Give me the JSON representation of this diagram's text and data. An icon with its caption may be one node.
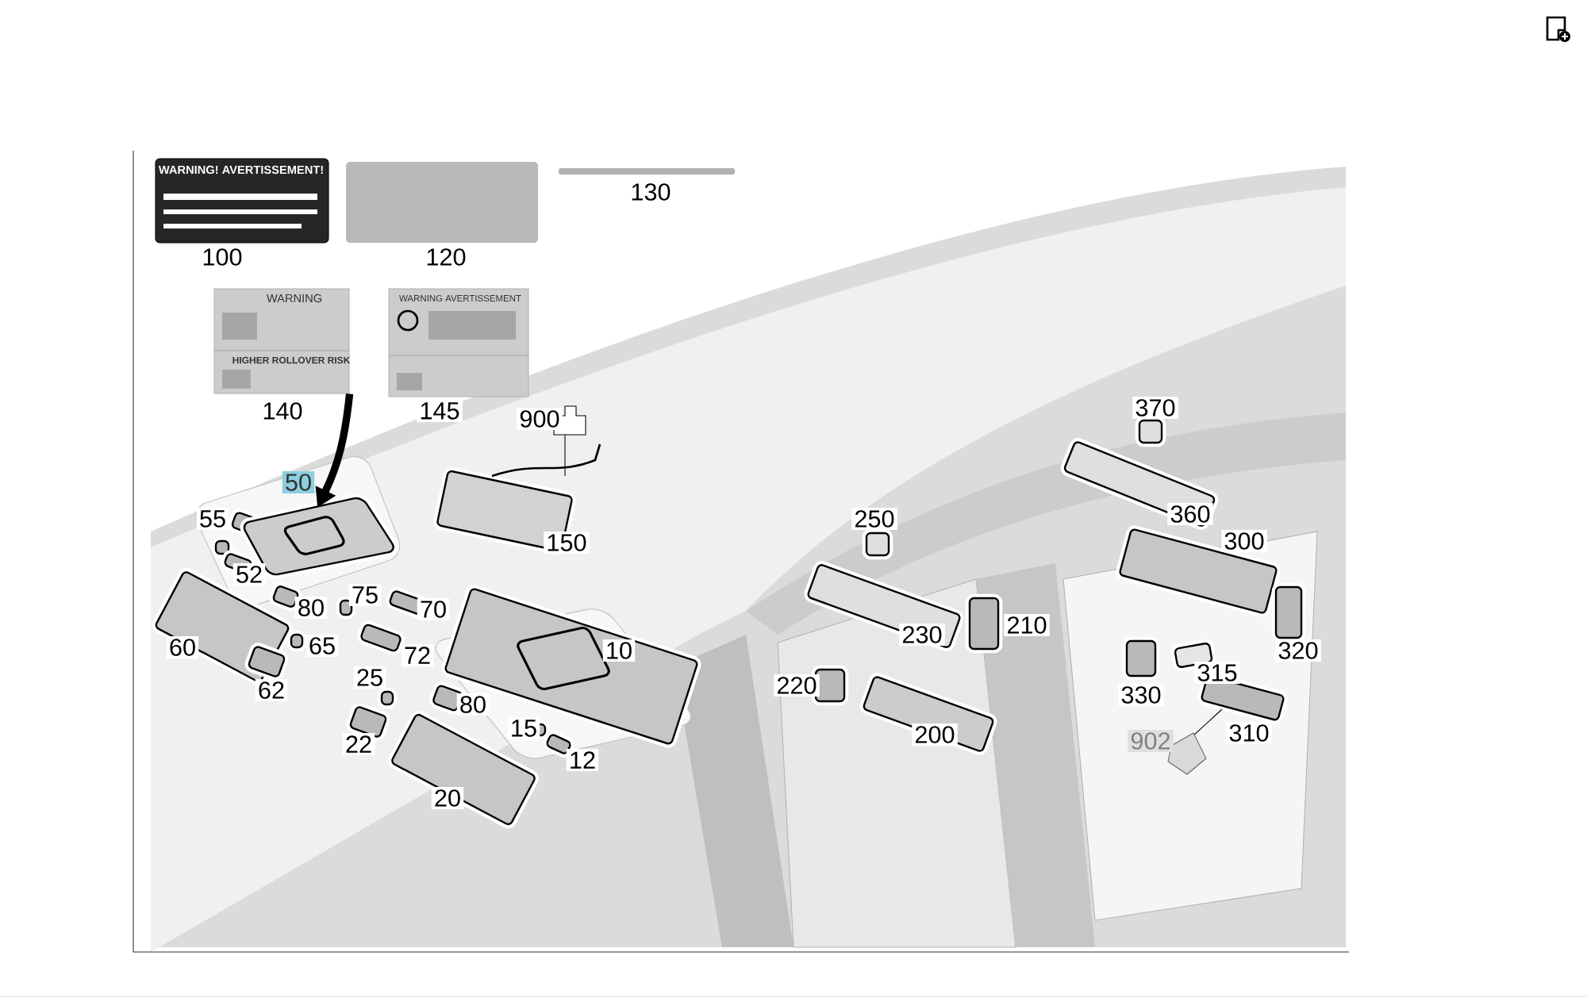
{
  "diagram": {
    "nodes": [
      {
        "text": [
          "WARNING",
          "HIGHER ROLLOVER RISK"
        ],
        "beside": [
          "140"
        ]
      },
      {
        "text": [
          "WARNING AVERTISSEMENT"
        ],
        "beside": [
          "145"
        ]
      },
      {
        "text": [],
        "shape": "picture"
      }
    ],
    "edges": [
      {
        "from": 0,
        "to": 2,
        "arrow": "to"
      }
    ],
    "labels": [
      "WARNING! AVERTISSEMENT!",
      "100",
      "120",
      "130",
      "900",
      "50",
      "55",
      "52",
      "150",
      "80",
      "75",
      "70",
      "60",
      "65",
      "72",
      "10",
      "62",
      "25",
      "80",
      "22",
      "15",
      "12",
      "20",
      "370",
      "250",
      "360",
      "300",
      "230",
      "210",
      "320",
      "220",
      "330",
      "315",
      "200",
      "310",
      "902"
    ]
  }
}
